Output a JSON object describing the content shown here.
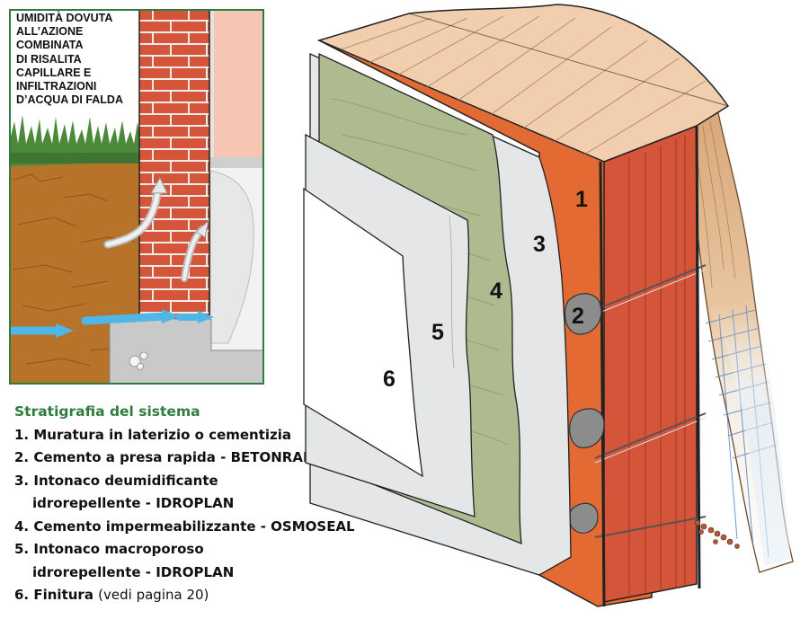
{
  "inset": {
    "caption_lines": [
      "UMIDITÀ DOVUTA",
      "ALL’AZIONE",
      "COMBINATA",
      "DI RISALITA",
      "CAPILLARE E",
      "INFILTRAZIONI",
      "D’ACQUA DI FALDA"
    ]
  },
  "layer_labels": [
    "1",
    "2",
    "3",
    "4",
    "5",
    "6"
  ],
  "legend": {
    "title": "Stratigrafia del sistema",
    "items": [
      {
        "line1": "1. Muratura in laterizio o cementizia"
      },
      {
        "line1": "2. Cemento a presa rapida - BETONRAPID"
      },
      {
        "line1": "3. Intonaco deumidificante",
        "line2": "idrorepellente - IDROPLAN"
      },
      {
        "line1": "4. Cemento impermeabilizzante - OSMOSEAL"
      },
      {
        "line1": "5. Intonaco macroporoso",
        "line2": "idrorepellente - IDROPLAN"
      },
      {
        "line1": "6. Finitura",
        "note": "(vedi pagina 20)"
      }
    ]
  },
  "colors": {
    "inset_border": "#2e7d3f",
    "brick": "#d4553a",
    "mortar": "#f0ece6",
    "soil": "#b8732a",
    "grass": "#4c8a3a",
    "water": "#4fb6e8",
    "masonry_orange": "#e36a32",
    "top_slab": "#f1cfae",
    "osmoseal_green": "#aebb8f",
    "plaster_gray": "#e4e6e8",
    "finish_white": "#ffffff",
    "legend_title": "#2e7d3f"
  }
}
